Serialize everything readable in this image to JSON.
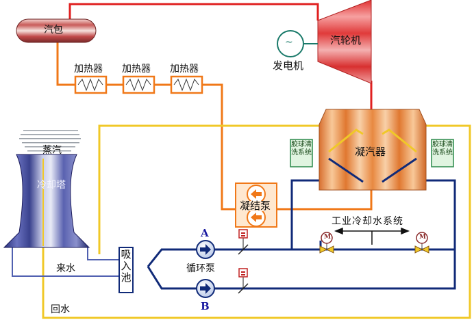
{
  "labels": {
    "drum": "汽包",
    "turbine": "汽轮机",
    "generator": "发电机",
    "heater_1": "加热器",
    "heater_2": "加热器",
    "heater_3": "加热器",
    "steam": "蒸汽",
    "cooling_tower": "冷却塔",
    "condenser": "凝汽器",
    "ball_clean_left": "胶球清洗系统",
    "ball_clean_right": "胶球清洗系统",
    "condensate_pump": "凝结泵",
    "industrial_cooling": "工业冷却水系统",
    "circ_pump": "循环泵",
    "pump_a": "A",
    "pump_b": "B",
    "intake_pool": "吸入池",
    "inflow": "来水",
    "return": "回水",
    "generator_symbol": "~",
    "motor_symbol": "M"
  },
  "colors": {
    "steam_line": "#e02020",
    "feedwater_line": "#f07818",
    "cooling_return": "#f0c828",
    "cooling_supply": "#102a78",
    "intake_line": "#5060b0"
  }
}
